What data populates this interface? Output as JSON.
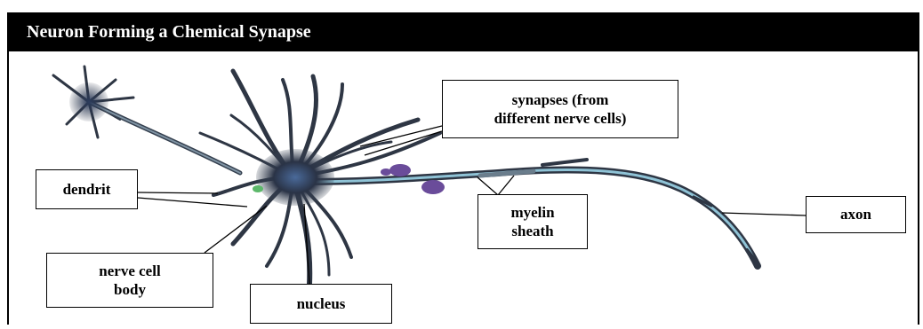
{
  "title": "Neuron Forming a Chemical Synapse",
  "labels": {
    "synapses": "synapses (from\ndifferent nerve cells)",
    "dendrit": "dendrit",
    "myelin_sheath": "myelin\nsheath",
    "axon": "axon",
    "nerve_cell_body": "nerve cell\nbody",
    "nucleus": "nucleus"
  },
  "colors": {
    "title_bar": "#000000",
    "title_text": "#ffffff",
    "neuron_dark": "#2a3040",
    "neuron_mid": "#6a7d8c",
    "axon_blue": "#8fc3d6",
    "synapse_purple": "#6a4c9a"
  }
}
